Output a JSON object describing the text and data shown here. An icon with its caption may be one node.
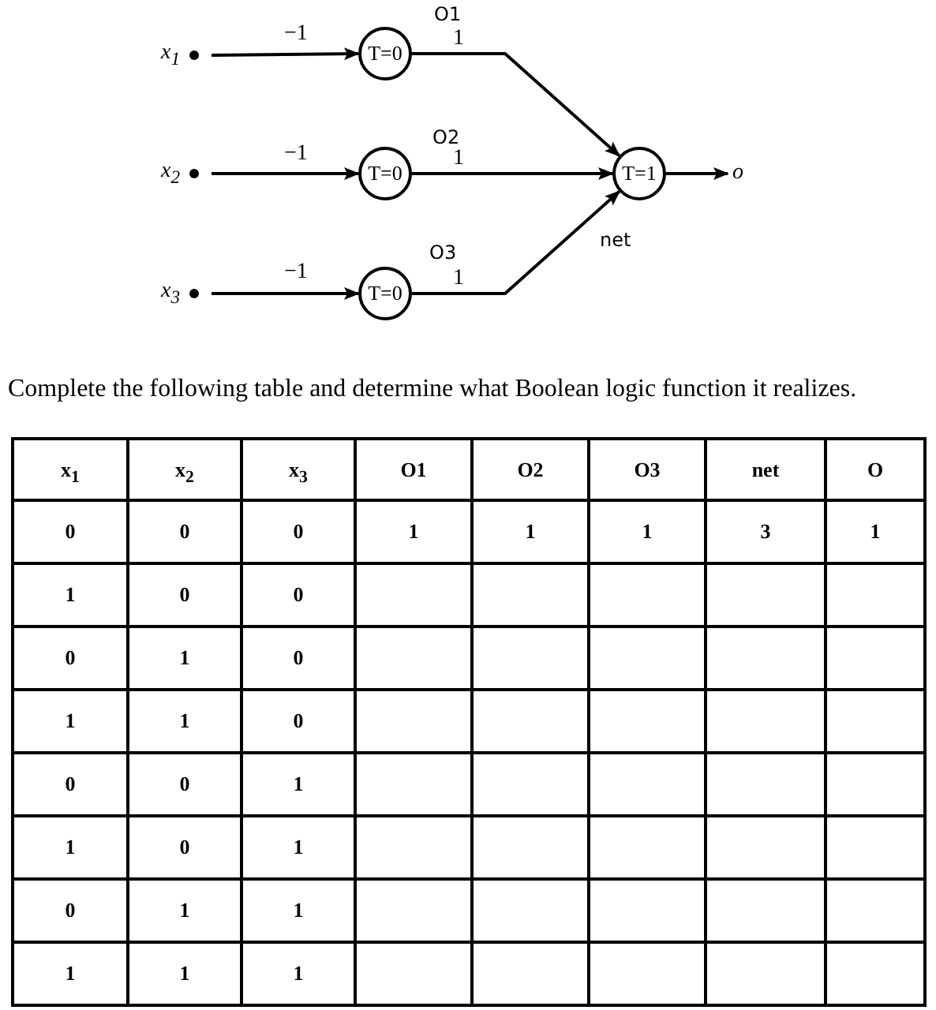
{
  "diagram": {
    "nodes": [
      {
        "text": [
          "x$_{1}$"
        ]
      },
      {
        "text": [
          "x$_{2}$"
        ]
      },
      {
        "text": [
          "x$_{3}$"
        ]
      },
      {
        "text": [
          "T=0"
        ],
        "beside": [
          "O1"
        ]
      },
      {
        "text": [
          "T=0"
        ],
        "beside": [
          "O2"
        ]
      },
      {
        "text": [
          "T=0"
        ],
        "beside": [
          "O3"
        ]
      },
      {
        "text": [
          "T=1"
        ],
        "beside": [
          "net"
        ]
      },
      {
        "text": [
          "o"
        ]
      }
    ],
    "edges": [
      {
        "from": 0,
        "to": 3,
        "arrow": "to",
        "label": "−1"
      },
      {
        "from": 1,
        "to": 4,
        "arrow": "to",
        "label": "−1"
      },
      {
        "from": 2,
        "to": 5,
        "arrow": "to",
        "label": "−1"
      },
      {
        "from": 3,
        "to": 6,
        "arrow": "to",
        "label": "1"
      },
      {
        "from": 4,
        "to": 6,
        "arrow": "to",
        "label": "1"
      },
      {
        "from": 5,
        "to": 6,
        "arrow": "to",
        "label": "1"
      },
      {
        "from": 6,
        "to": 7,
        "arrow": "to"
      }
    ],
    "labels": [
      "Complete the following table and determine what Boolean logic function it realizes.",
      "x$_{1}$",
      "x$_{2}$",
      "x$_{3}$",
      "O1",
      "O2",
      "O3",
      "net",
      "O",
      "0",
      "0",
      "0",
      "1",
      "1",
      "1",
      "3",
      "1",
      "1",
      "0",
      "0",
      "0",
      "1",
      "0",
      "1",
      "1",
      "0",
      "0",
      "0",
      "1",
      "1",
      "0",
      "1",
      "0",
      "1",
      "1",
      "1",
      "1",
      "1"
    ]
  }
}
